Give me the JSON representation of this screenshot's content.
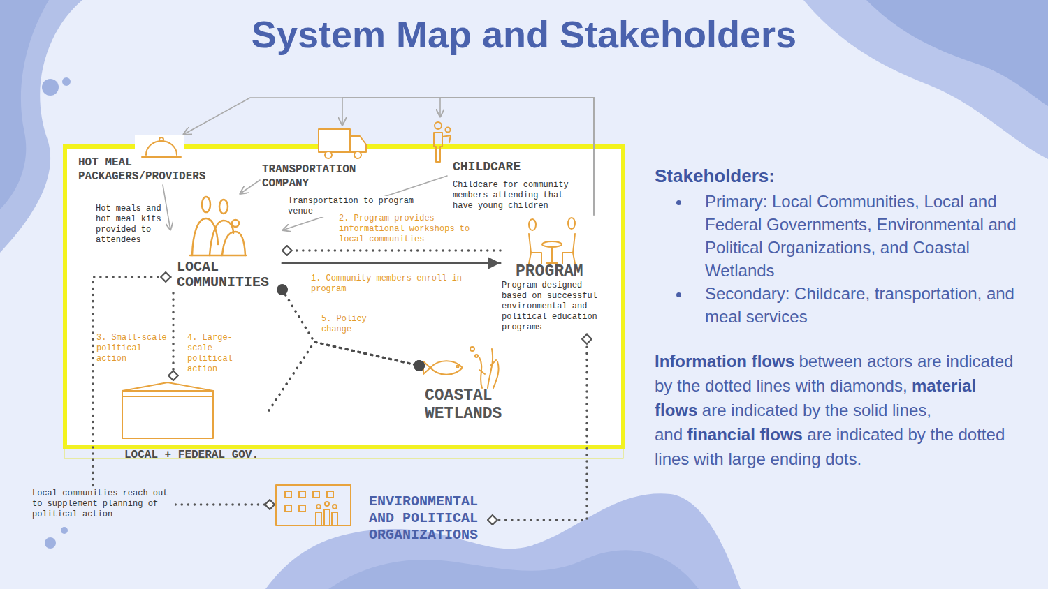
{
  "diagram": {
    "title": "System Map and Stakeholders",
    "nodes": [
      {
        "text": [
          "HOT MEAL PACKAGERS/PROVIDERS"
        ]
      },
      {
        "text": [
          "TRANSPORTATION COMPANY"
        ]
      },
      {
        "text": [
          "CHILDCARE"
        ]
      },
      {
        "text": [
          "LOCAL COMMUNITIES"
        ]
      },
      {
        "text": [
          "PROGRAM",
          "Program designed based on successful environmental and political education programs"
        ]
      },
      {
        "text": [
          "COASTAL WETLANDS"
        ]
      },
      {
        "text": [
          "LOCAL + FEDERAL GOV."
        ]
      },
      {
        "text": [
          "ENVIRONMENTAL AND POLITICAL ORGANIZATIONS"
        ]
      }
    ],
    "edges": [
      {
        "from": 4,
        "to": 0,
        "arrow": "to"
      },
      {
        "from": 4,
        "to": 1,
        "arrow": "to"
      },
      {
        "from": 4,
        "to": 2,
        "arrow": "to"
      },
      {
        "from": 0,
        "to": 3,
        "label": "Hot meals and hot meal kits provided to attendees",
        "arrow": "to"
      },
      {
        "from": 1,
        "to": 3,
        "label": "Transportation to program venue",
        "arrow": "to"
      },
      {
        "from": 2,
        "to": 3,
        "label": "Childcare for community members attending that have young children",
        "arrow": "to"
      },
      {
        "from": 3,
        "to": 4,
        "label": "1. Community members enroll in program",
        "arrow": "to"
      },
      {
        "from": 4,
        "to": 3,
        "label": "2. Program provides informational workshops to local communities",
        "arrow": "to"
      },
      {
        "from": 3,
        "to": 6,
        "label": "4. Large-scale political action",
        "arrow": "to"
      },
      {
        "from": 3,
        "to": 7,
        "label": "Local communities reach out to supplement planning of political action",
        "arrow": "both"
      },
      {
        "from": 3,
        "to": 5,
        "label": "5. Policy change",
        "arrow": "none"
      },
      {
        "from": 6,
        "to": 5,
        "arrow": "none"
      },
      {
        "from": 4,
        "to": 7,
        "arrow": "both"
      }
    ],
    "labels": [
      "3. Small-scale political action",
      "Stakeholders:",
      "Primary: Local Communities, Local and Federal Governments, Environmental and Political Organizations, and Coastal Wetlands",
      "Secondary: Childcare, transportation, and meal services",
      "Information flows",
      "between actors are indicated by the dotted lines with diamonds,",
      "material flows",
      "are indicated by the solid lines, and",
      "financial flows",
      "are indicated by the dotted lines with large ending dots."
    ]
  }
}
